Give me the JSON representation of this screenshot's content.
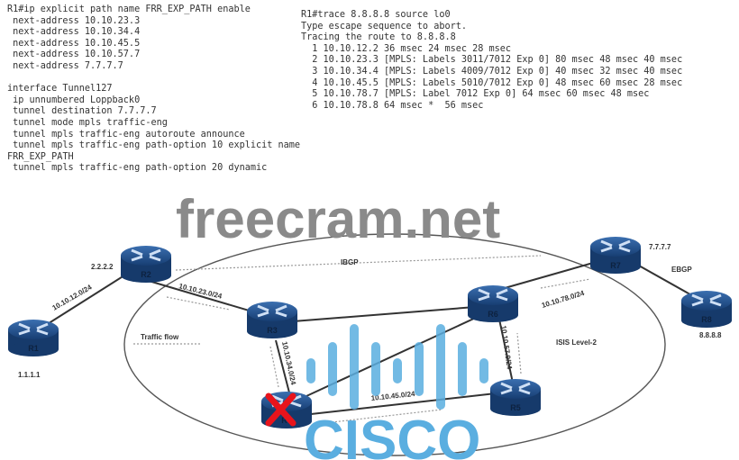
{
  "config_cli": {
    "lines": [
      "R1#ip explicit path name FRR_EXP_PATH enable",
      " next-address 10.10.23.3",
      " next-address 10.10.34.4",
      " next-address 10.10.45.5",
      " next-address 10.10.57.7",
      " next-address 7.7.7.7",
      "",
      "interface Tunnel127",
      " ip unnumbered Loppback0",
      " tunnel destination 7.7.7.7",
      " tunnel mode mpls traffic-eng",
      " tunnel mpls traffic-eng autoroute announce",
      " tunnel mpls traffic-eng path-option 10 explicit name",
      "FRR_EXP_PATH",
      " tunnel mpls traffic-eng path-option 20 dynamic"
    ]
  },
  "trace_cli": {
    "lines": [
      "R1#trace 8.8.8.8 source lo0",
      "Type escape sequence to abort.",
      "Tracing the route to 8.8.8.8",
      "  1 10.10.12.2 36 msec 24 msec 28 msec",
      "  2 10.10.23.3 [MPLS: Labels 3011/7012 Exp 0] 80 msec 48 msec 40 msec",
      "  3 10.10.34.4 [MPLS: Labels 4009/7012 Exp 0] 40 msec 32 msec 40 msec",
      "  4 10.10.45.5 [MPLS: Labels 5010/7012 Exp 0] 48 msec 60 msec 28 msec",
      "  5 10.10.78.7 [MPLS: Label 7012 Exp 0] 64 msec 60 msec 48 msec",
      "  6 10.10.78.8 64 msec *  56 msec"
    ]
  },
  "topology": {
    "routers": {
      "r1": {
        "name": "R1",
        "loopback": "1.1.1.1"
      },
      "r2": {
        "name": "R2",
        "loopback": "2.2.2.2"
      },
      "r3": {
        "name": "R3"
      },
      "r4": {
        "name": "R4"
      },
      "r5": {
        "name": "R5"
      },
      "r6": {
        "name": "R6"
      },
      "r7": {
        "name": "R7",
        "loopback": "7.7.7.7"
      },
      "r8": {
        "name": "R8",
        "loopback": "8.8.8.8"
      }
    },
    "subnets": {
      "r1r2": "10.10.12.0/24",
      "r2r3": "10.10.23.0/24",
      "r3r4": "10.10.34.0/24",
      "r4r5": "10.10.45.0/24",
      "r5r6": "10.10.57.0/24",
      "r6r7": "10.10.78.0/24"
    },
    "labels": {
      "ibgp": "IBGP",
      "ebgp": "EBGP",
      "traffic_flow": "Traffic flow",
      "isis": "ISIS Level-2"
    },
    "failed_router": "R4"
  },
  "watermarks": {
    "site": "freecram.net",
    "logo": "CISCO"
  },
  "colors": {
    "router": "#1f4e8c",
    "failure": "#e8141c",
    "logo": "#5aaee0",
    "watermark": "#8a8a8a"
  }
}
